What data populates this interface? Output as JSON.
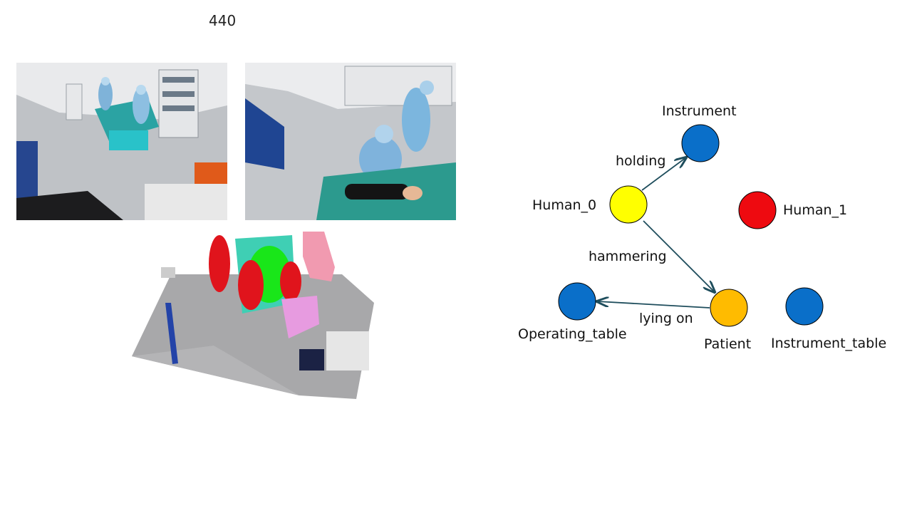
{
  "frame": {
    "number": "440"
  },
  "photos": {
    "left": {
      "description": "camera_view_1"
    },
    "right": {
      "description": "camera_view_2"
    }
  },
  "pointcloud": {
    "colors": {
      "human_red": "#e0141c",
      "human_green": "#19e619",
      "teal": "#3fcfb4",
      "pink": "#f19ab0",
      "violet": "#e79be0",
      "blue": "#2343a8",
      "gray": "#a8a8aa"
    }
  },
  "scene_graph": {
    "nodes": {
      "instrument": {
        "label": "Instrument",
        "color": "#0a6fc9"
      },
      "human_0": {
        "label": "Human_0",
        "color": "#ffff00"
      },
      "human_1": {
        "label": "Human_1",
        "color": "#ee0a10"
      },
      "patient": {
        "label": "Patient",
        "color": "#ffbb00"
      },
      "operating_table": {
        "label": "Operating_table",
        "color": "#0a6fc9"
      },
      "instrument_table": {
        "label": "Instrument_table",
        "color": "#0a6fc9"
      }
    },
    "edges": {
      "holding": {
        "label": "holding",
        "from": "Human_0",
        "to": "Instrument"
      },
      "hammering": {
        "label": "hammering",
        "from": "Human_0",
        "to": "Patient"
      },
      "lying_on": {
        "label": "lying on",
        "from": "Patient",
        "to": "Operating_table"
      }
    },
    "edge_color": "#1e4d5c"
  }
}
